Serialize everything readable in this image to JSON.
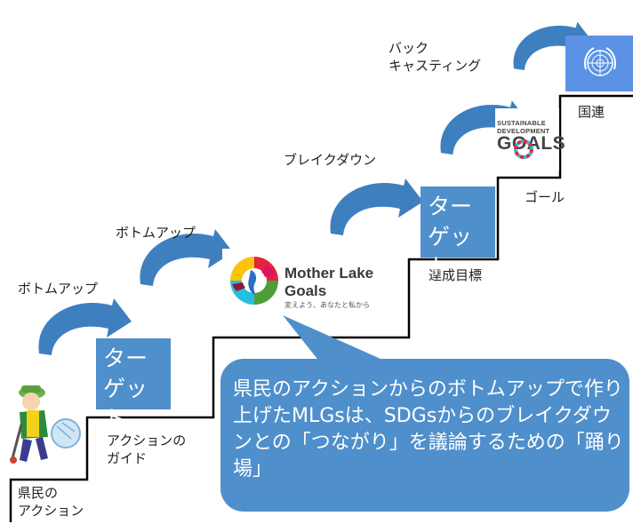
{
  "labels": {
    "bottom_up_1": "ボトムアップ",
    "bottom_up_2": "ボトムアップ",
    "breakdown": "ブレイクダウン",
    "backcasting_1": "バック",
    "backcasting_2": "キャスティング",
    "un": "国連",
    "goal": "ゴール",
    "achievement": "達成目標",
    "action_guide_1": "アクションの",
    "action_guide_2": "ガイド",
    "citizen_action_1": "県民の",
    "citizen_action_2": "アクション"
  },
  "targets": {
    "lower": {
      "line1": "ター",
      "line2": "ゲット"
    },
    "upper": {
      "line1": "ター",
      "line2": "ゲット"
    }
  },
  "mlg_logo": {
    "title_line1": "Mother Lake",
    "title_line2": "Goals",
    "subtitle": "変えよう、あなたと私から"
  },
  "sdgs_logo": {
    "line1": "SUSTAINABLE",
    "line2": "DEVELOPMENT",
    "line3": "GOALS"
  },
  "callout": {
    "text": "県民のアクションからのボトムアップで作り上げたMLGsは、SDGsからのブレイクダウンとの「つながり」を議論するための「踊り場」"
  },
  "colors": {
    "target_fill": "#4f8fcb",
    "arrow_fill": "#3e7fc0",
    "callout_fill": "#4f8fcb",
    "un_blue": "#5b92e5",
    "stairs": "#000000"
  },
  "icons": [
    "curved-arrow-icon",
    "mlg-globe-icon",
    "un-emblem-icon",
    "volunteer-cleaning-illustration"
  ]
}
